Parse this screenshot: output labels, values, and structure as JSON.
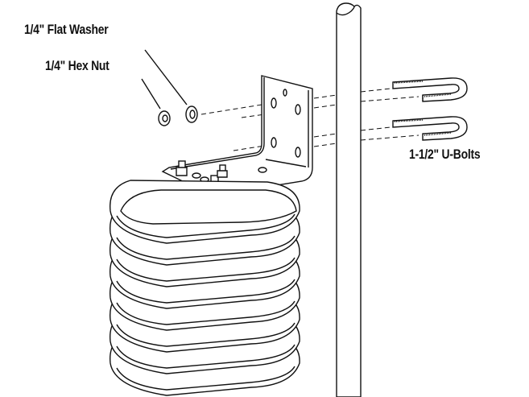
{
  "labels": {
    "flat_washer": "1/4\" Flat Washer",
    "hex_nut": "1/4\" Hex Nut",
    "u_bolts": "1-1/2\" U-Bolts"
  }
}
